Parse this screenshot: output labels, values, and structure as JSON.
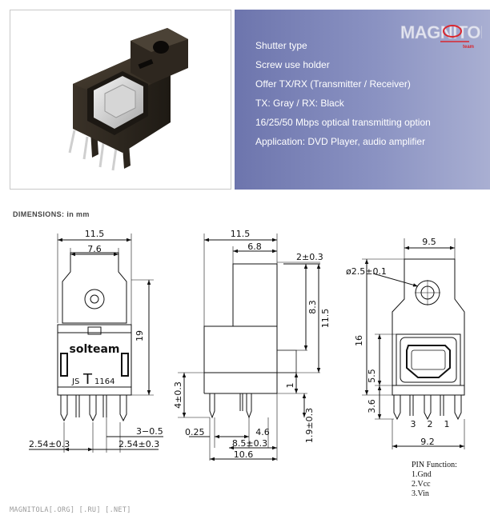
{
  "header": {
    "features": [
      "Shutter type",
      "Screw use holder",
      "Offer TX/RX (Transmitter / Receiver)",
      "TX: Gray / RX: Black",
      "16/25/50 Mbps optical transmitting option",
      "Application: DVD Player, audio amplifier"
    ],
    "logo_text": "MAGNITOLA",
    "logo_sub": "team",
    "colors": {
      "panel": "#7a82b8",
      "logo_red": "#d9262e"
    }
  },
  "dimensions": {
    "title": "DIMENSIONS:",
    "unit": "in mm"
  },
  "front_view": {
    "brand": "solteam",
    "marking": {
      "prefix": "JS",
      "letter": "T",
      "number": "1164"
    },
    "dims": {
      "width": "11.5",
      "inner_width": "7.6",
      "height": "19",
      "pin_pitch_left": "2.54±0.3",
      "pin_pitch_right": "2.54±0.3",
      "pin_offset": "3−0.5"
    }
  },
  "side_view": {
    "dims": {
      "width": "11.5",
      "top_width": "6.8",
      "top_offset": "2±0.3",
      "height": "11.5",
      "body_height": "8.3",
      "pin_height": "4±0.3",
      "bottom_step": "1",
      "pin_length": "1.9±0.3",
      "pin_width": "0.25",
      "pin_spacing": "4.6",
      "base_width": "8.5±0.3",
      "total_depth": "10.6"
    }
  },
  "right_view": {
    "dims": {
      "width": "9.5",
      "hole": "ø2.5±0.1",
      "height": "16",
      "mid_height": "5.5",
      "bottom_height": "3.6",
      "base_width": "9.2"
    },
    "pin_labels": [
      "3",
      "2",
      "1"
    ]
  },
  "pin_function": {
    "title": "PIN Function:",
    "pins": [
      "1.Gnd",
      "2.Vcc",
      "3.Vin"
    ]
  },
  "footer": {
    "text": "MAGNITOLA[.ORG] [.RU] [.NET]"
  }
}
